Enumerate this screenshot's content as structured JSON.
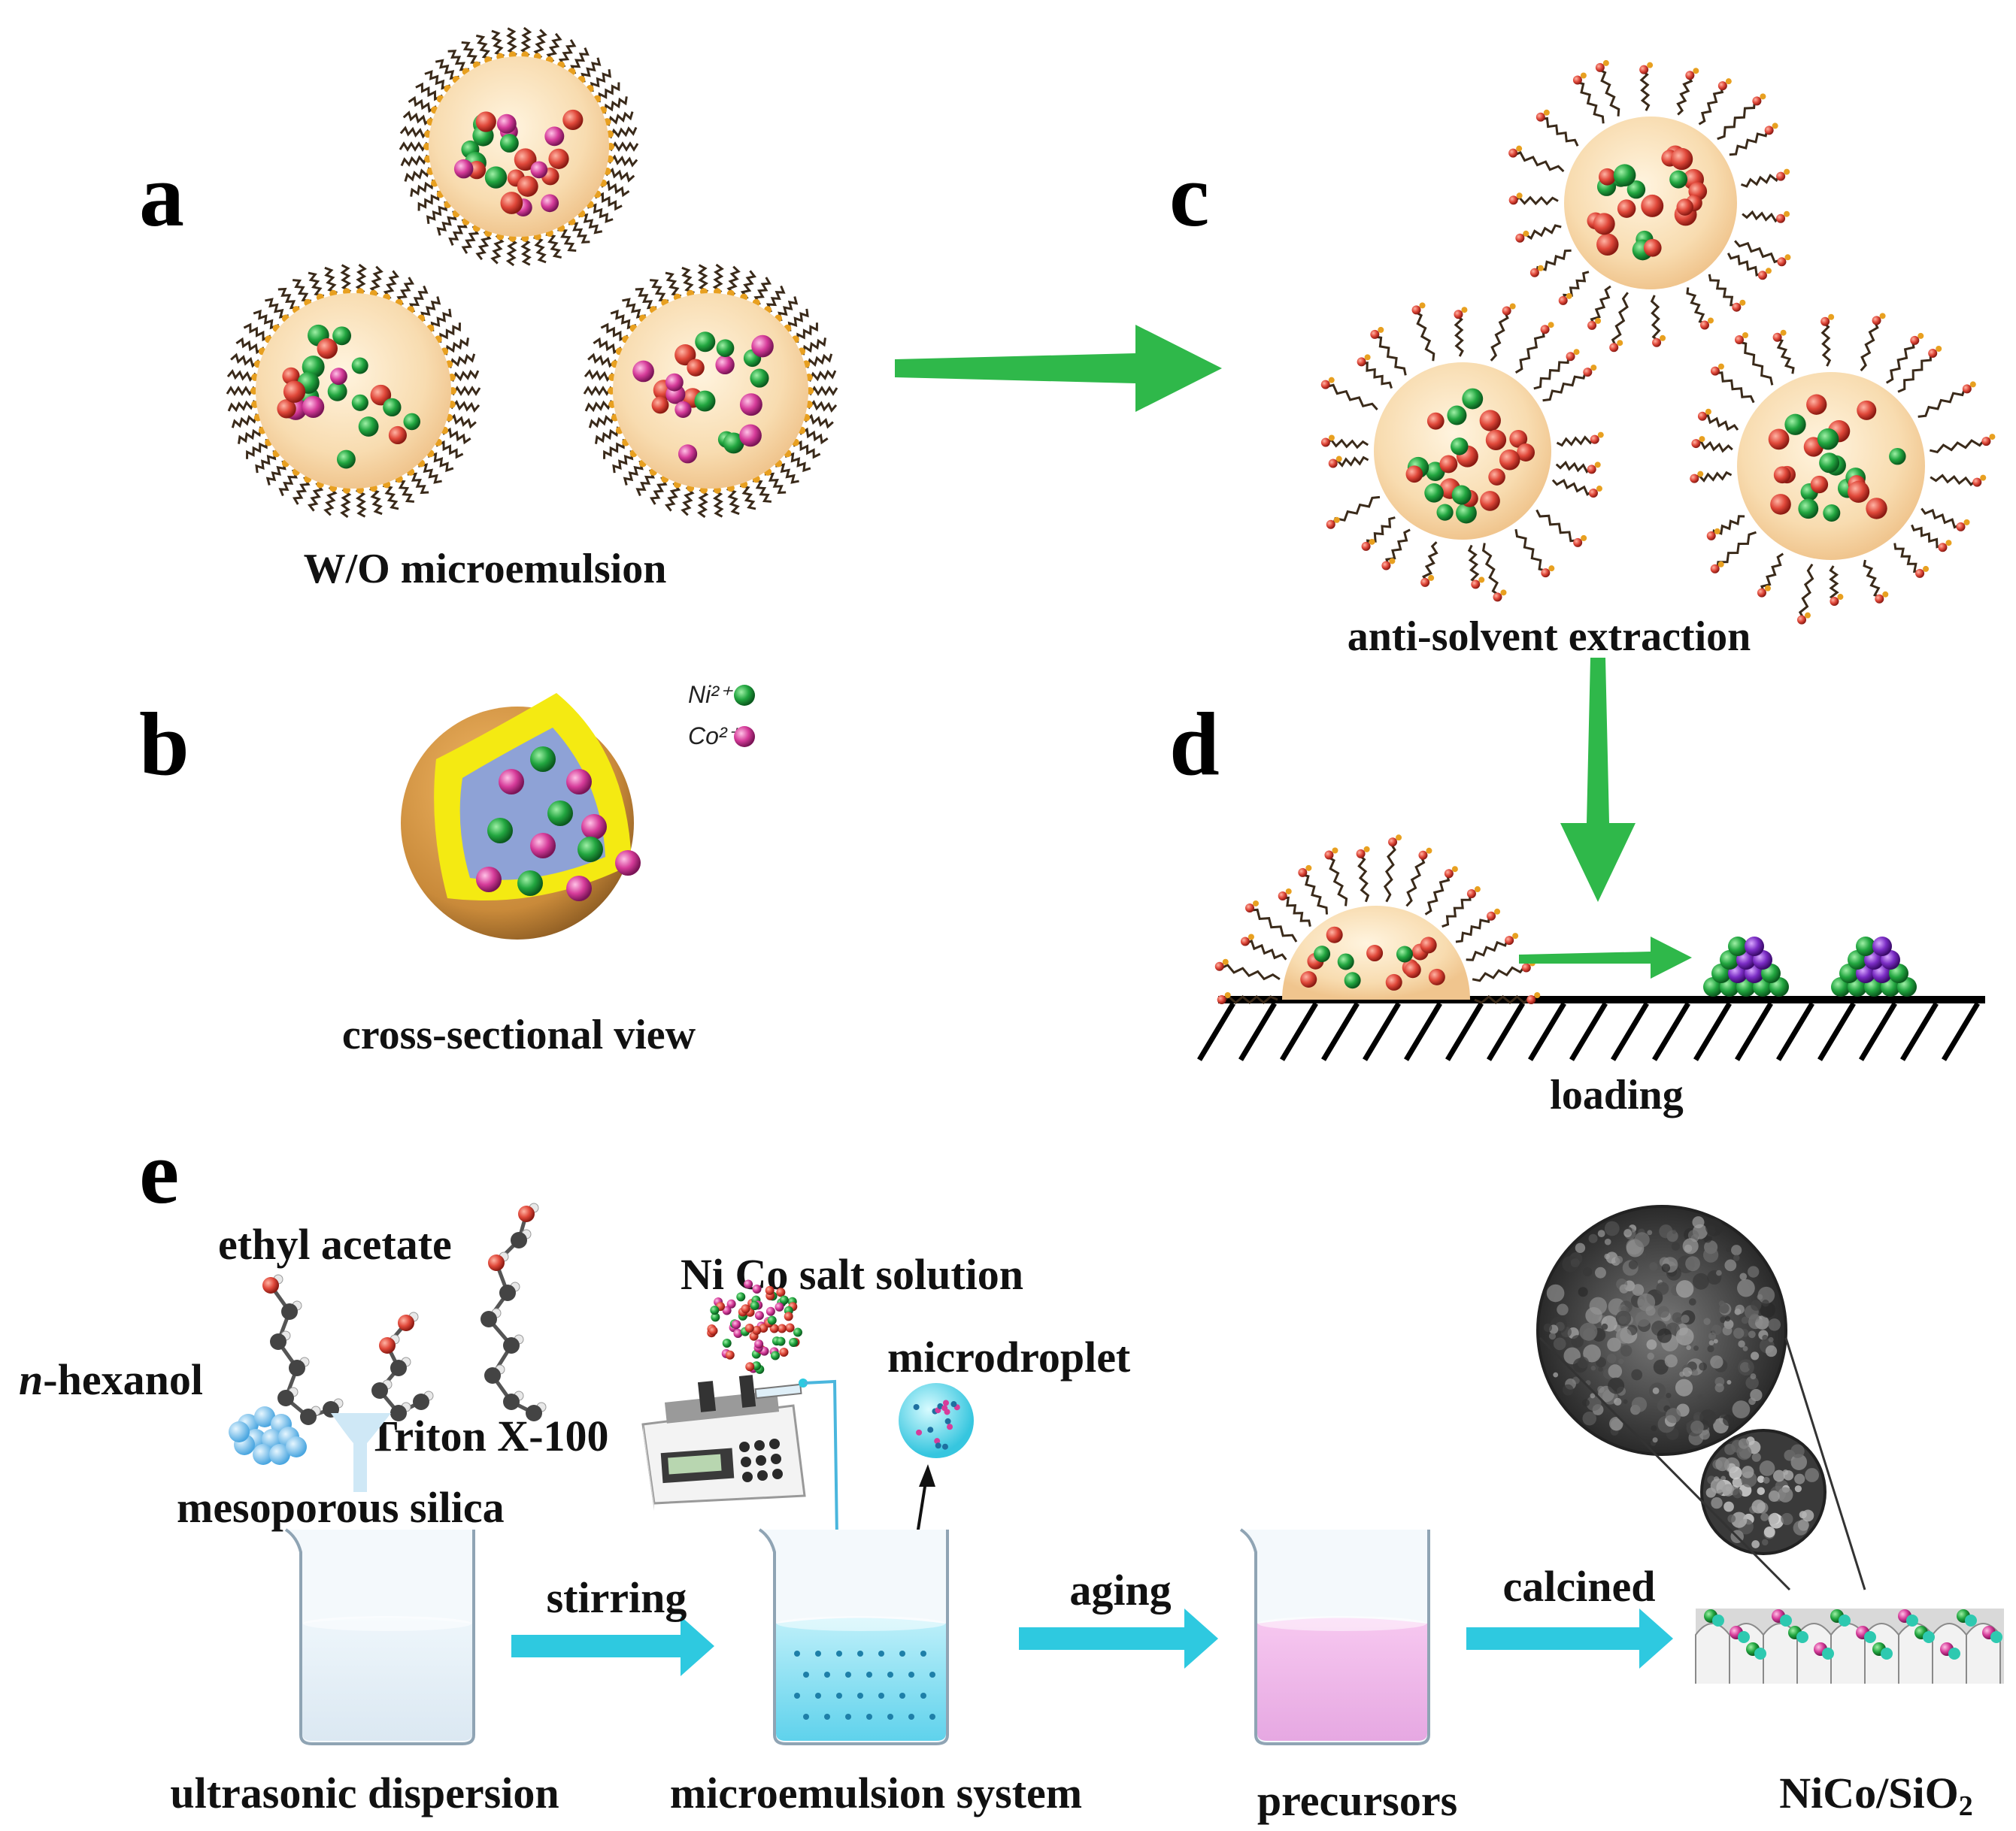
{
  "panels": {
    "a": "a",
    "b": "b",
    "c": "c",
    "d": "d",
    "e": "e"
  },
  "captions": {
    "wo_microemulsion": "W/O microemulsion",
    "cross_sectional_view": "cross-sectional view",
    "anti_solvent_extraction": "anti-solvent extraction",
    "loading": "loading"
  },
  "legend": {
    "ni": "Ni²⁺",
    "co": "Co²⁺"
  },
  "process": {
    "ethyl_acetate": "ethyl acetate",
    "n_hexanol_italic": "n",
    "n_hexanol_rest": "-hexanol",
    "triton": "Triton X-100",
    "mesoporous_silica": "mesoporous silica",
    "ni_co_salt": "Ni Co salt solution",
    "microdroplet": "microdroplet",
    "stirring": "stirring",
    "aging": "aging",
    "calcined": "calcined",
    "ultrasonic_dispersion": "ultrasonic dispersion",
    "microemulsion_system": "microemulsion system",
    "precursors": "precursors",
    "product_main": "NiCo/SiO",
    "product_sub": "2"
  },
  "colors": {
    "green_arrow": "#2fb84a",
    "cyan_arrow": "#2ec9e0",
    "ni_green": "#1e9a3a",
    "co_magenta": "#d63c9a",
    "droplet_core": "#f8e2b8",
    "shell_brown": "#c98a3a",
    "shell_yellow": "#f4ea12",
    "core_blue": "#8ea2d6"
  }
}
